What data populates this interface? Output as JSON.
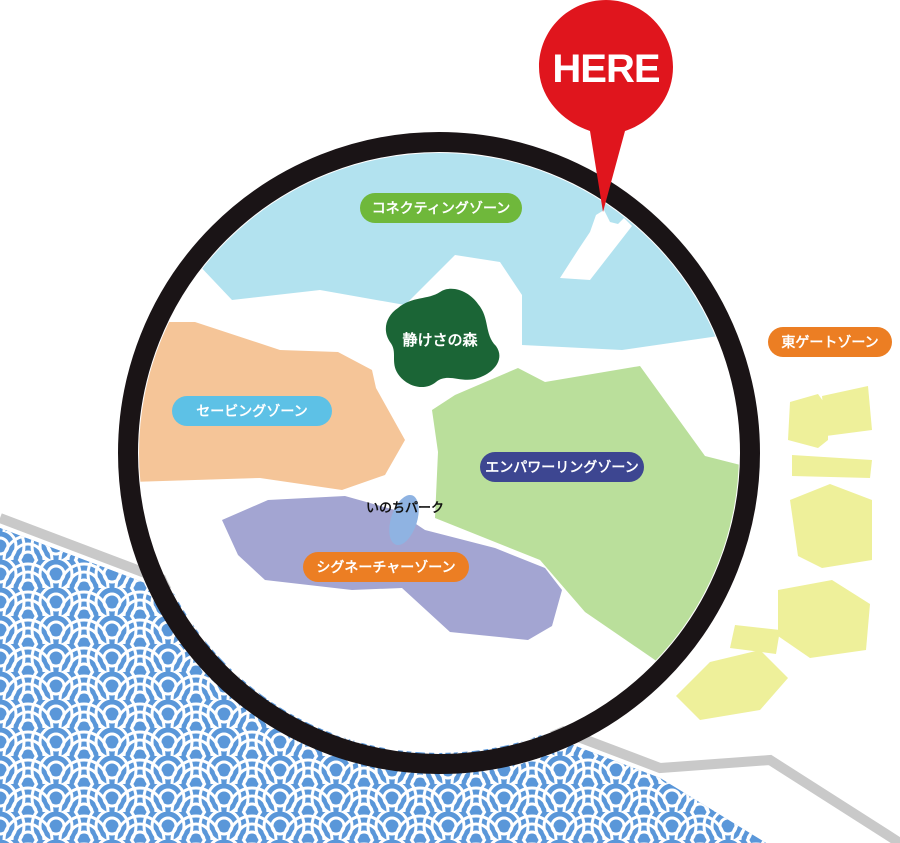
{
  "marker": {
    "label": "HERE"
  },
  "zones": {
    "connecting": "コネクティングゾーン",
    "saving": "セービングゾーン",
    "empowering": "エンパワーリングゾーン",
    "signature": "シグネーチャーゾーン",
    "east_gate": "東ゲートゾーン"
  },
  "landmarks": {
    "forest": "静けさの森",
    "park": "いのちパーク"
  },
  "colors": {
    "ring": "#1a1416",
    "marker": "#e0151d",
    "connecting_fill": "#b2e2ef",
    "connecting_label": "#6fb83b",
    "saving_fill": "#f5c598",
    "saving_label": "#5dc1e6",
    "empowering_fill": "#badf9b",
    "empowering_label": "#3d4691",
    "signature_fill": "#a3a5d2",
    "signature_label": "#ec7e23",
    "east_gate_fill": "#eef09a",
    "east_gate_label": "#ec7e23",
    "forest": "#1b6536",
    "park": "#8fb3e2",
    "sea": "#5a97d9",
    "shore": "#c9c9c9"
  }
}
